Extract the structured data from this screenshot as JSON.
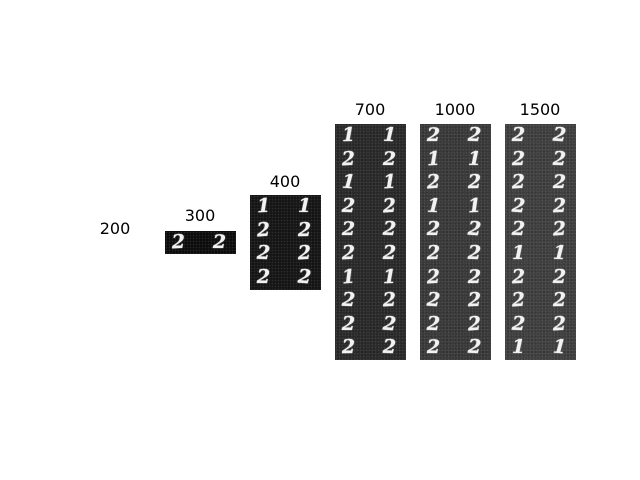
{
  "panels": [
    {
      "id": "p200",
      "title": "200",
      "rows": []
    },
    {
      "id": "p300",
      "title": "300",
      "rows": [
        [
          "2",
          "2"
        ]
      ]
    },
    {
      "id": "p400",
      "title": "400",
      "rows": [
        [
          "1",
          "1"
        ],
        [
          "2",
          "2"
        ],
        [
          "2",
          "2"
        ],
        [
          "2",
          "2"
        ]
      ]
    },
    {
      "id": "p700",
      "title": "700",
      "rows": [
        [
          "1",
          "1"
        ],
        [
          "2",
          "2"
        ],
        [
          "1",
          "1"
        ],
        [
          "2",
          "2"
        ],
        [
          "2",
          "2"
        ],
        [
          "2",
          "2"
        ],
        [
          "1",
          "1"
        ],
        [
          "2",
          "2"
        ],
        [
          "2",
          "2"
        ],
        [
          "2",
          "2"
        ]
      ]
    },
    {
      "id": "p1000",
      "title": "1000",
      "rows": [
        [
          "2",
          "2"
        ],
        [
          "1",
          "1"
        ],
        [
          "2",
          "2"
        ],
        [
          "1",
          "1"
        ],
        [
          "2",
          "2"
        ],
        [
          "2",
          "2"
        ],
        [
          "2",
          "2"
        ],
        [
          "2",
          "2"
        ],
        [
          "2",
          "2"
        ],
        [
          "2",
          "2"
        ]
      ]
    },
    {
      "id": "p1500",
      "title": "1500",
      "rows": [
        [
          "2",
          "2"
        ],
        [
          "2",
          "2"
        ],
        [
          "2",
          "2"
        ],
        [
          "2",
          "2"
        ],
        [
          "2",
          "2"
        ],
        [
          "1",
          "1"
        ],
        [
          "2",
          "2"
        ],
        [
          "2",
          "2"
        ],
        [
          "2",
          "2"
        ],
        [
          "1",
          "1"
        ]
      ]
    }
  ],
  "colors": {
    "p300": "#0d0d0d",
    "p400": "#161616",
    "p700": "#2a2a2a",
    "p1000": "#3a3a3a",
    "p1500": "#404040"
  }
}
